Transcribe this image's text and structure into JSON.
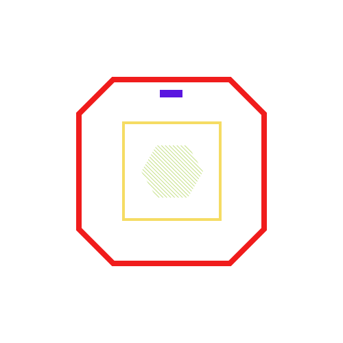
{
  "shapes": {
    "outer_octagon": {
      "name": "outer-octagon-outline",
      "stroke": "#f01c1c",
      "fill": "none"
    },
    "indicator_bar": {
      "name": "top-indicator-bar",
      "fill": "#5a16e0"
    },
    "inner_square": {
      "name": "inner-square-outline",
      "stroke": "#f5dc63",
      "fill": "none"
    },
    "center_hexagon": {
      "name": "center-hexagon",
      "hatch_color": "#b7d96a",
      "pattern": "diagonal-hatch"
    }
  }
}
